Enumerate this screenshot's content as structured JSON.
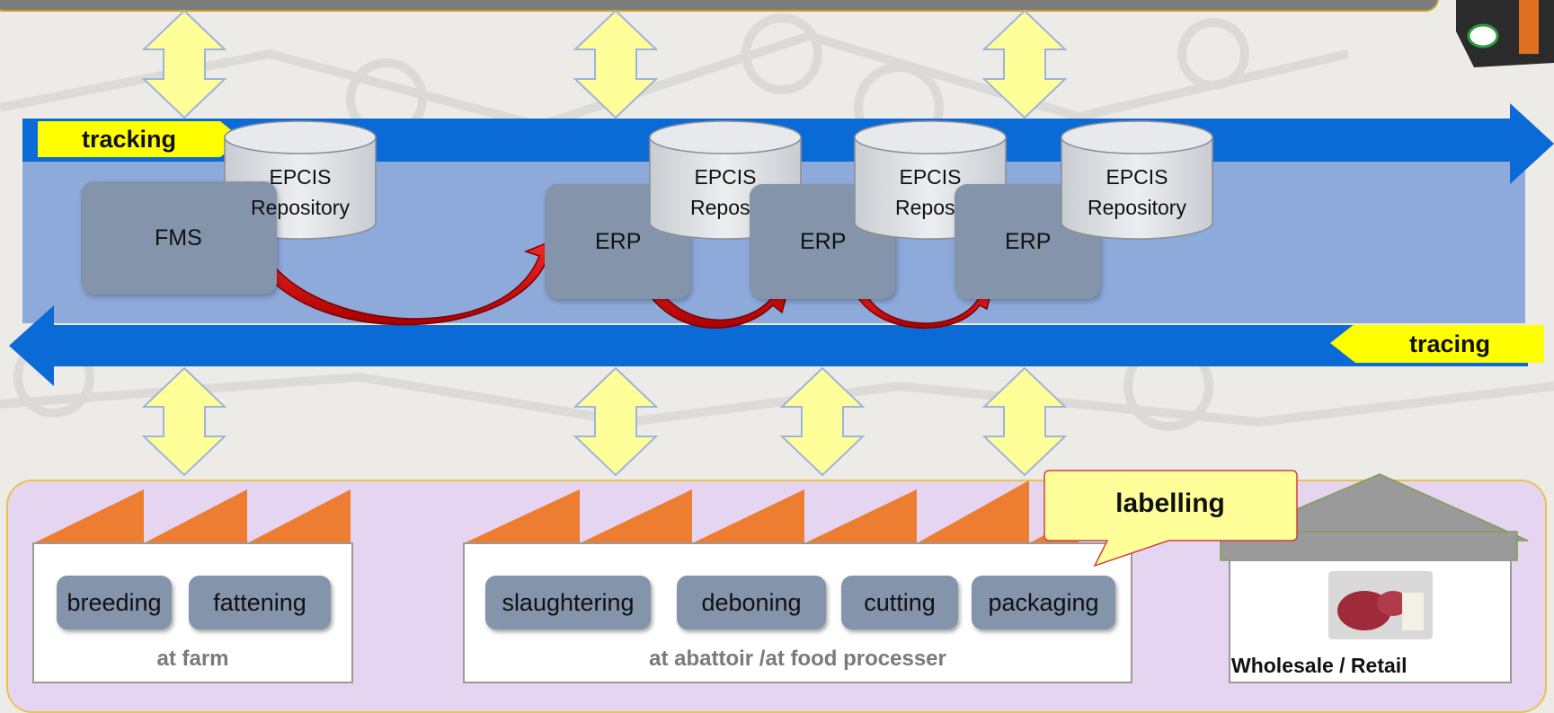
{
  "flow": {
    "tracking_label": "tracking",
    "tracing_label": "tracing"
  },
  "systems": {
    "fms": "FMS",
    "erp1": "ERP",
    "erp2": "ERP",
    "erp3": "ERP",
    "repo_line1": "EPCIS",
    "repo1_line2": "Repository",
    "repo2_line2": "Reposit",
    "repo3_line2": "Reposit",
    "repo4_line2": "Repository"
  },
  "farm": {
    "steps": [
      "breeding",
      "fattening"
    ],
    "label": "at farm"
  },
  "abattoir": {
    "steps": [
      "slaughtering",
      "deboning",
      "cutting",
      "packaging"
    ],
    "label": "at abattoir /at food processer"
  },
  "retail": {
    "label": "Wholesale / Retail"
  },
  "callout": {
    "label": "labelling"
  },
  "colors": {
    "band_blue": "#0a6ad6",
    "panel_blue": "#8eaadb",
    "box_gray": "#8494ab",
    "arrow_yellow": "#ffff99",
    "tag_yellow": "#ffff00",
    "factory_orange": "#ed7d31",
    "orange_arrow": "#ff9900",
    "red_arrow": "#e00000",
    "chain_bg": "#e6d5f0"
  }
}
